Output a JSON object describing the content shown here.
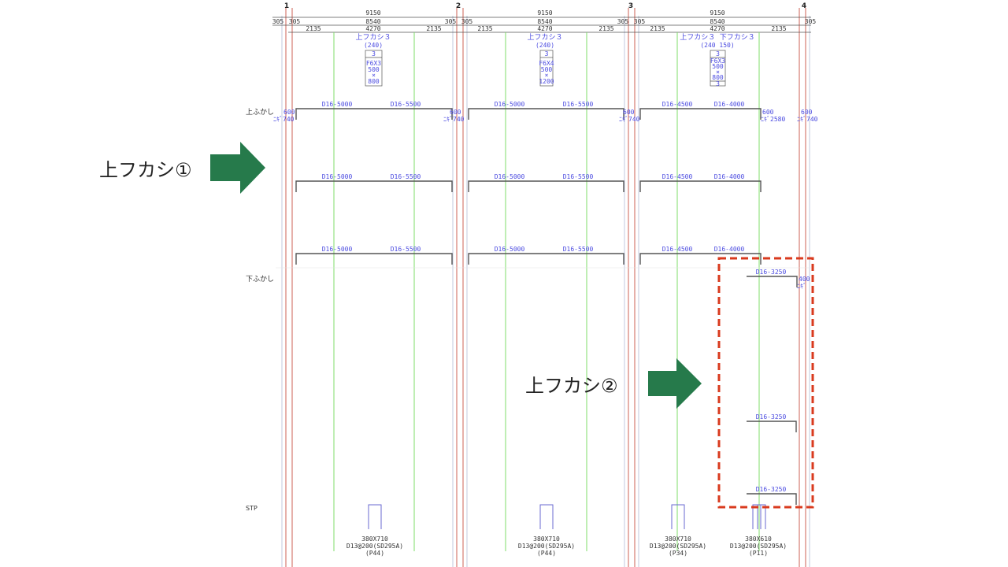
{
  "annotations": {
    "label1": "上フカシ①",
    "label2": "上フカシ②"
  },
  "colors": {
    "arrow": "#267a4b",
    "highlight": "#d93a1e",
    "rebar_text": "#4a4ae0",
    "grid_line": "#c0392b",
    "green_line": "#7fdc6a"
  },
  "grids": [
    "1",
    "2",
    "3",
    "4"
  ],
  "dims": {
    "span": "9150",
    "inner": "8540",
    "offset": "305",
    "sub_left": "2135",
    "sub_mid": "4270",
    "sub_right": "2135"
  },
  "row_labels": {
    "upper": "上ふかし",
    "lower": "下ふかし",
    "stp": "STP"
  },
  "beams": [
    {
      "title": "上フカシ３",
      "title_sub": "(240)",
      "section": [
        "3",
        "F6X3",
        "500",
        "×",
        "800"
      ],
      "rebar_left": "D16-5000",
      "rebar_right": "D16-5500",
      "stirrup_size": "380X710",
      "stirrup_spec": "D13@200(SD295A)",
      "stirrup_ref": "(P44)"
    },
    {
      "title": "上フカシ３",
      "title_sub": "(240)",
      "section": [
        "3",
        "F6X4",
        "500",
        "×",
        "1200"
      ],
      "rebar_left": "D16-5000",
      "rebar_right": "D16-5500",
      "stirrup_size": "380X710",
      "stirrup_spec": "D13@200(SD295A)",
      "stirrup_ref": "(P44)"
    },
    {
      "title": "上フカシ３ 下フカシ３",
      "title_sub": "(240 150)",
      "section": [
        "3",
        "F6X3",
        "500",
        "×",
        "800",
        "3"
      ],
      "rebar_left": "D16-4500",
      "rebar_right": "D16-4000",
      "stirrup_size": "380X710",
      "stirrup_spec": "D13@200(SD295A)",
      "stirrup_ref": "(P34)"
    }
  ],
  "anchorage": {
    "a_600": "600",
    "a_740": "ﾆｷﾞ740",
    "a_2580": "ﾆｷﾞ2580",
    "a_400": "400",
    "a_ni": "ﾆｷﾞ"
  },
  "lower_rebar": "D16-3250",
  "stirrup_p11": {
    "size": "380X610",
    "spec": "D13@200(SD295A)",
    "ref": "(P11)"
  }
}
